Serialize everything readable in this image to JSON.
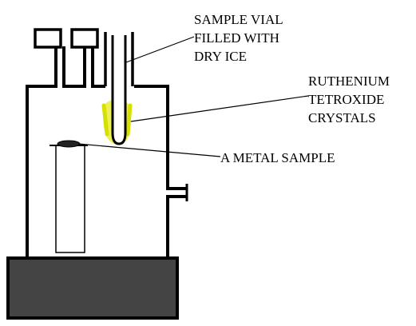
{
  "labels": {
    "sample_vial": [
      "SAMPLE VIAL",
      "FILLED WITH",
      "DRY ICE"
    ],
    "ruthenium": [
      "RUTHENIUM",
      "TETROXIDE",
      "CRYSTALS"
    ],
    "metal_sample": "A METAL SAMPLE"
  },
  "colors": {
    "line": "#000000",
    "crystals": "#e8ef3a",
    "base": "#444444"
  }
}
